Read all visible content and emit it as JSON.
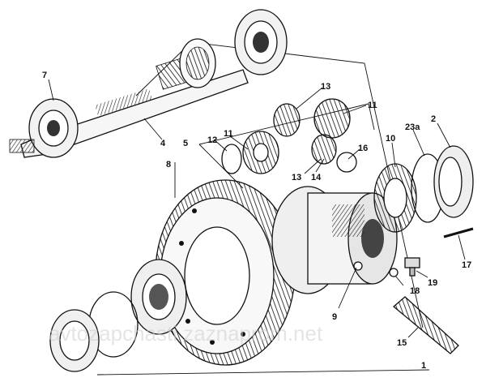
{
  "figure": {
    "labels": {
      "l1": "1",
      "l2": "2",
      "l4": "4",
      "l5": "5",
      "l7": "7",
      "l8": "8",
      "l9": "9",
      "l10": "10",
      "l11a": "11",
      "l11b": "11",
      "l12": "12",
      "l13a": "13",
      "l13b": "13",
      "l14": "14",
      "l15": "15",
      "l16": "16",
      "l17": "17",
      "l18": "18",
      "l19": "19",
      "l23a": "23a"
    },
    "watermark": "avtozapchasti zaznaprom.net"
  }
}
